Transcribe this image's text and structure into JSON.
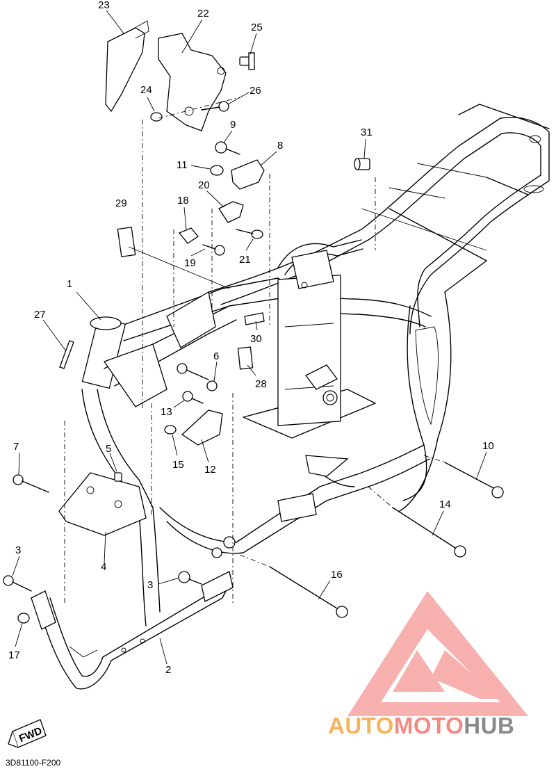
{
  "diagram": {
    "callouts": [
      "23",
      "22",
      "25",
      "24",
      "26",
      "9",
      "8",
      "31",
      "11",
      "20",
      "18",
      "29",
      "21",
      "19",
      "1",
      "27",
      "30",
      "6",
      "28",
      "13",
      "7",
      "5",
      "15",
      "12",
      "10",
      "14",
      "4",
      "3",
      "16",
      "17",
      "2"
    ],
    "fwd_label": "FWD",
    "drawing_code": "3D81100-F200"
  },
  "watermark": {
    "part1": "AUTO",
    "part2": "MOTO",
    "part3": "HUB",
    "colors": [
      "#f6b35e",
      "#f28a82",
      "#8a8a8a"
    ]
  }
}
